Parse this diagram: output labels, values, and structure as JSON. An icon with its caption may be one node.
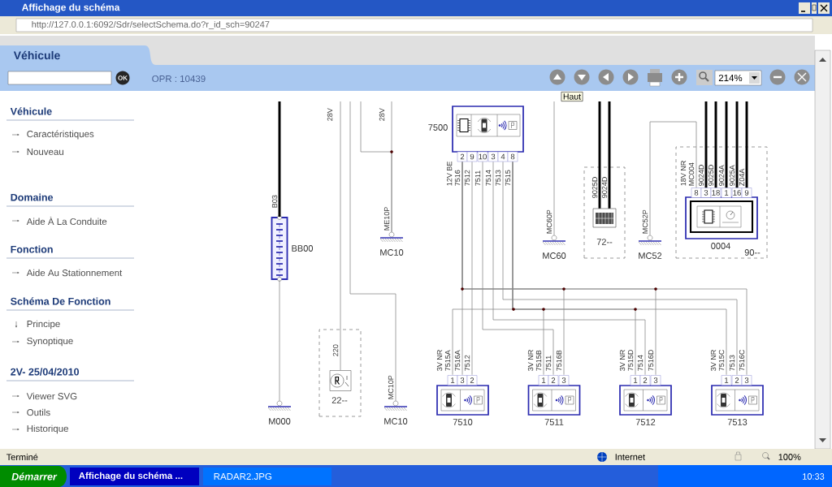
{
  "diagram": {
    "nodes": [
      {
        "text": [
          "BB00"
        ]
      },
      {
        "text": [
          "M000"
        ]
      },
      {
        "text": [
          "22--"
        ]
      },
      {
        "text": [],
        "shape": "picture",
        "in": 2
      },
      {
        "text": [
          "MC10"
        ]
      },
      {
        "text": [
          "MC10"
        ]
      },
      {
        "text": [
          "7500"
        ]
      },
      {
        "text": [
          "MC60"
        ]
      },
      {
        "text": [
          "72--"
        ]
      },
      {
        "text": [],
        "shape": "box",
        "in": 8
      },
      {
        "text": [
          "MC52"
        ]
      },
      {
        "text": [
          "90--"
        ]
      },
      {
        "text": [
          "0004"
        ],
        "in": 11
      },
      {
        "text": [
          "7510"
        ]
      },
      {
        "text": [
          "7511"
        ]
      },
      {
        "text": [
          "7512"
        ]
      },
      {
        "text": [
          "7513"
        ]
      }
    ],
    "edges": [
      {
        "from": null,
        "to": 0,
        "arrow": "none",
        "label": "B03",
        "style": "thick",
        "color": "#000000"
      },
      {
        "from": 0,
        "to": 1,
        "arrow": "none"
      },
      {
        "from": null,
        "to": 3,
        "arrow": "none",
        "label": "220"
      },
      {
        "from": null,
        "to": 4,
        "arrow": "none"
      },
      {
        "from": null,
        "to": 5,
        "arrow": "none"
      },
      {
        "from": null,
        "to": 5,
        "arrow": "none"
      },
      {
        "from": 6,
        "to": 13,
        "arrow": "none",
        "label": "7515A"
      },
      {
        "from": 6,
        "to": 13,
        "arrow": "none",
        "label": "7516A"
      },
      {
        "from": 6,
        "to": 13,
        "arrow": "none",
        "label": "7512"
      },
      {
        "from": 6,
        "to": 14,
        "arrow": "none",
        "label": "7515B"
      },
      {
        "from": 6,
        "to": 14,
        "arrow": "none",
        "label": "7511"
      },
      {
        "from": 6,
        "to": 14,
        "arrow": "none",
        "label": "7516B"
      },
      {
        "from": 6,
        "to": 15,
        "arrow": "none",
        "label": "7515D"
      },
      {
        "from": 6,
        "to": 15,
        "arrow": "none",
        "label": "7514"
      },
      {
        "from": 6,
        "to": 15,
        "arrow": "none",
        "label": "7516D"
      },
      {
        "from": 6,
        "to": 16,
        "arrow": "none",
        "label": "7515C"
      },
      {
        "from": 6,
        "to": 16,
        "arrow": "none",
        "label": "7513"
      },
      {
        "from": 6,
        "to": 16,
        "arrow": "none",
        "label": "7516C"
      },
      {
        "from": null,
        "to": 7,
        "arrow": "none"
      },
      {
        "from": null,
        "to": 9,
        "arrow": "none",
        "label": "9025D",
        "style": "thick",
        "color": "#000000"
      },
      {
        "from": null,
        "to": 9,
        "arrow": "none",
        "label": "9024D",
        "style": "thick",
        "color": "#000000"
      },
      {
        "from": 10,
        "to": 12,
        "arrow": "none",
        "label": "MC004"
      },
      {
        "from": null,
        "to": 12,
        "arrow": "none",
        "label": "9024D",
        "style": "thick",
        "color": "#000000"
      },
      {
        "from": null,
        "to": 12,
        "arrow": "none",
        "label": "9025D",
        "style": "thick",
        "color": "#000000"
      },
      {
        "from": null,
        "to": 12,
        "arrow": "none",
        "label": "9024A",
        "style": "thick",
        "color": "#000000"
      },
      {
        "from": null,
        "to": 12,
        "arrow": "none",
        "label": "9025A",
        "style": "thick",
        "color": "#000000"
      },
      {
        "from": null,
        "to": 12,
        "arrow": "none",
        "label": "Z04A",
        "style": "thick",
        "color": "#000000"
      }
    ],
    "labels": [
      "Affichage du schéma",
      "http://127.0.0.1:6092/Sdr/selectSchema.do?r_id_sch=90247",
      "Véhicule",
      "OK",
      "OPR : 10439",
      "214%",
      "Haut",
      "Véhicule",
      "Caractéristiques",
      "Nouveau",
      "Domaine",
      "Aide À La Conduite",
      "Fonction",
      "Aide Au Stationnement",
      "Schéma De Fonction",
      "Principe",
      "Synoptique",
      "2V- 25/04/2010",
      "Viewer SVG",
      "Outils",
      "Historique",
      "28V",
      "28V",
      "12V BE",
      "2",
      "9",
      "10",
      "3",
      "4",
      "8",
      "7516",
      "7512",
      "7511",
      "7514",
      "7513",
      "7515",
      "ME10P",
      "MC10P",
      "MC60P",
      "MC52P",
      "18V NR",
      "8",
      "3",
      "18",
      "1",
      "16",
      "9",
      "3V NR",
      "3V NR",
      "3V NR",
      "3V NR",
      "1",
      "3",
      "2",
      "1",
      "2",
      "3",
      "1",
      "2",
      "3",
      "1",
      "2",
      "3",
      "Terminé",
      "Internet",
      "100%",
      "Démarrer",
      "Affichage du schéma ...",
      "RADAR2.JPG",
      "10:33"
    ]
  }
}
